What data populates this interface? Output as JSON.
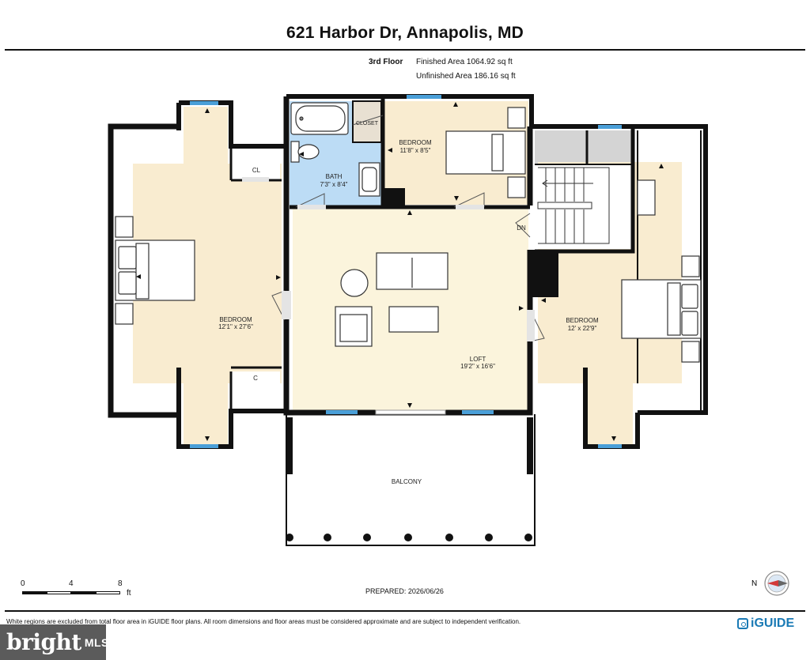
{
  "header": {
    "address": "621 Harbor Dr, Annapolis, MD",
    "floor": "3rd Floor",
    "finished_area": "Finished Area 1064.92 sq ft",
    "unfinished_area": "Unfinished Area 186.16 sq ft"
  },
  "rooms": {
    "bedroom_left": {
      "name": "BEDROOM",
      "dims": "12'1\" x 27'6\""
    },
    "bedroom_top": {
      "name": "BEDROOM",
      "dims": "11'8\" x 8'5\""
    },
    "bath": {
      "name": "BATH",
      "dims": "7'3\" x 8'4\""
    },
    "closet": {
      "name": "CLOSET"
    },
    "cl_top": {
      "name": "CL"
    },
    "c_bottom": {
      "name": "C"
    },
    "loft": {
      "name": "LOFT",
      "dims": "19'2\" x 16'6\""
    },
    "bedroom_right": {
      "name": "BEDROOM",
      "dims": "12' x 22'9\""
    },
    "stairs": {
      "name": "DN"
    },
    "balcony": {
      "name": "BALCONY"
    }
  },
  "scale": {
    "ticks": [
      "0",
      "4",
      "8"
    ],
    "unit": "ft"
  },
  "prepared": "PREPARED: 2026/06/26",
  "compass": {
    "label": "N"
  },
  "footer": {
    "disclaimer": "White regions are excluded from total floor area in iGUIDE floor plans. All room dimensions and floor areas must be considered approximate and are subject to independent verification.",
    "iguide_logo": "iGUIDE",
    "bright_logo": {
      "word": "bright",
      "suffix": "MLS"
    }
  },
  "colors": {
    "room_fill": "#f9ecd0",
    "bath_fill": "#bcdcf5",
    "window": "#4a9fd8",
    "stair_fill": "#d4d4d4",
    "wall": "#111111"
  }
}
